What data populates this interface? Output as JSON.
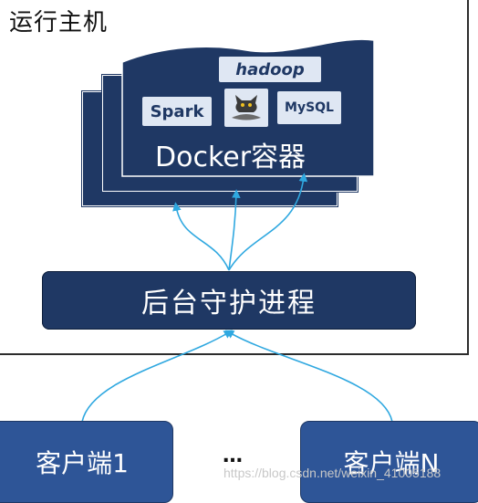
{
  "host": {
    "label": "运行主机"
  },
  "container": {
    "label": "Docker容器",
    "logos": [
      {
        "name": "hadoop-logo",
        "text": "hadoop"
      },
      {
        "name": "spark-logo",
        "text": "Spark"
      },
      {
        "name": "tomcat-logo",
        "text": ""
      },
      {
        "name": "mysql-logo",
        "text": "MySQL"
      }
    ]
  },
  "daemon": {
    "label": "后台守护进程"
  },
  "clients": [
    {
      "label": "客户端1"
    },
    {
      "label": "客户端N"
    }
  ],
  "ellipsis": "…",
  "watermark": "https://blog.csdn.net/weixin_41005188",
  "colors": {
    "navy": "#1f3864",
    "client_blue": "#2e5597",
    "arrow": "#2fa8e0"
  }
}
